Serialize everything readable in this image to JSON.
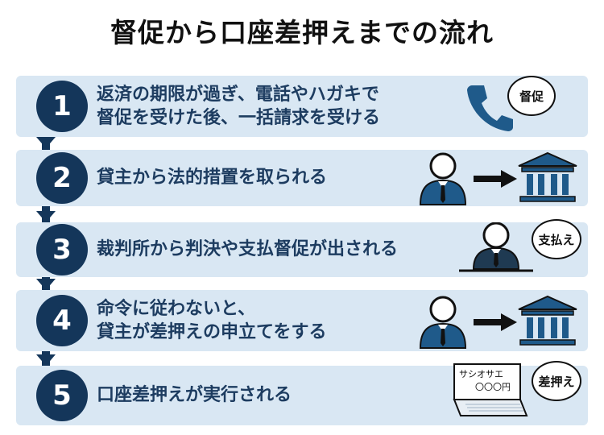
{
  "title": "督促から口座差押えまでの流れ",
  "steps": [
    {
      "number": "1",
      "line1": "返済の期限が過ぎ、電話やハガキで",
      "line2": "督促を受けた後、一括請求を受ける",
      "bubble": "督促"
    },
    {
      "number": "2",
      "line1": "貸主から法的措置を取られる",
      "line2": ""
    },
    {
      "number": "3",
      "line1": "裁判所から判決や支払督促が出される",
      "line2": "",
      "bubble": "支払え"
    },
    {
      "number": "4",
      "line1": "命令に従わないと、",
      "line2": "貸主が差押えの申立てをする"
    },
    {
      "number": "5",
      "line1": "口座差押えが実行される",
      "line2": "",
      "bubble": "差押え"
    }
  ],
  "passbook": {
    "name": "サシオサエ",
    "amount": "〇〇〇円"
  },
  "icons": [
    "phone-icon",
    "person-icon",
    "arrow-right-icon",
    "bank-icon",
    "judge-icon",
    "passbook-icon"
  ],
  "colors": {
    "navy": "#14365a",
    "row": "#d9e7f3",
    "icon": "#1f5a8a"
  }
}
